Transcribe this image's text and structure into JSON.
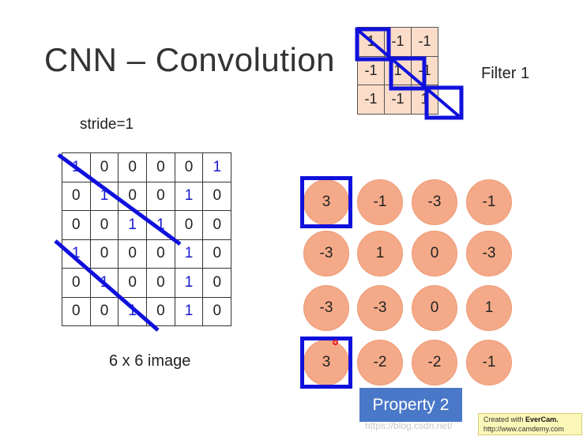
{
  "title": "CNN – Convolution",
  "stride_label": "stride=1",
  "filter_label": "Filter 1",
  "image_label": "6 x 6 image",
  "property_label": "Property 2",
  "image": [
    [
      "1",
      "0",
      "0",
      "0",
      "0",
      "1"
    ],
    [
      "0",
      "1",
      "0",
      "0",
      "1",
      "0"
    ],
    [
      "0",
      "0",
      "1",
      "1",
      "0",
      "0"
    ],
    [
      "1",
      "0",
      "0",
      "0",
      "1",
      "0"
    ],
    [
      "0",
      "1",
      "0",
      "0",
      "1",
      "0"
    ],
    [
      "0",
      "0",
      "1",
      "0",
      "1",
      "0"
    ]
  ],
  "image_blue_cells": [
    [
      0,
      0
    ],
    [
      0,
      5
    ],
    [
      1,
      1
    ],
    [
      1,
      4
    ],
    [
      2,
      2
    ],
    [
      2,
      3
    ],
    [
      3,
      0
    ],
    [
      3,
      4
    ],
    [
      4,
      1
    ],
    [
      4,
      4
    ],
    [
      5,
      2
    ],
    [
      5,
      4
    ]
  ],
  "filter": [
    [
      "1",
      "-1",
      "-1"
    ],
    [
      "-1",
      "1",
      "-1"
    ],
    [
      "-1",
      "-1",
      "1"
    ]
  ],
  "output": [
    [
      "3",
      "-1",
      "-3",
      "-1"
    ],
    [
      "-3",
      "1",
      "0",
      "-3"
    ],
    [
      "-3",
      "-3",
      "0",
      "1"
    ],
    [
      "3",
      "-2",
      "-2",
      "-1"
    ]
  ],
  "highlighted_outputs": [
    [
      0,
      0
    ],
    [
      3,
      0
    ]
  ],
  "colors": {
    "highlight": "#1010dd",
    "circle_fill": "#f4aa88",
    "filter_fill": "#fadcc8",
    "badge": "#4a78c8"
  },
  "watermark": "https://blog.csdn.net/",
  "evercam": {
    "line1_prefix": "Created with",
    "brand": "EverCam.",
    "line2": "http://www.camdemy.com"
  }
}
